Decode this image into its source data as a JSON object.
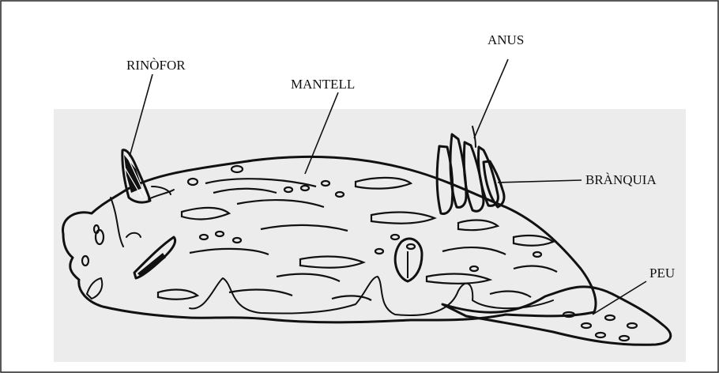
{
  "diagram": {
    "labels": {
      "rhinophore": "RINÒFOR",
      "mantle": "MANTELL",
      "anus": "ANUS",
      "gill": "BRÀNQUIA",
      "foot": "PEU"
    }
  }
}
